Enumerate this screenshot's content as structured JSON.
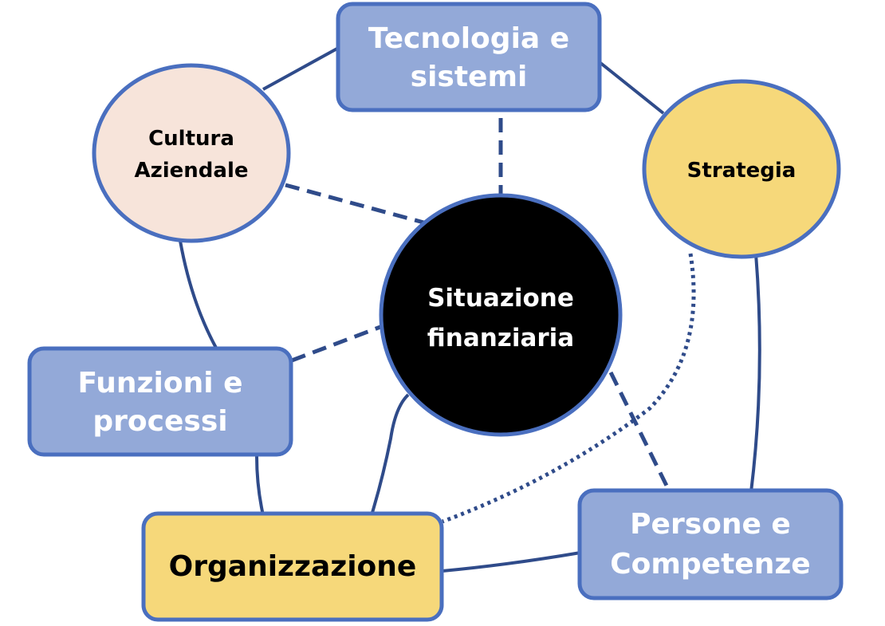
{
  "colors": {
    "node_border": "#4a6fbf",
    "blue_fill": "#93a9d8",
    "yellow_fill": "#f6d87a",
    "peach_fill": "#f7e4da",
    "center_fill": "#000000",
    "link_color": "#2f4b8a",
    "white_text": "#ffffff",
    "dark_text": "#000000"
  },
  "nodes": {
    "tecnologia": {
      "line1": "Tecnologia e",
      "line2": "sistemi"
    },
    "cultura": {
      "line1": "Cultura",
      "line2": "Aziendale"
    },
    "strategia": {
      "label": "Strategia"
    },
    "centro": {
      "line1": "Situazione",
      "line2": "finanziaria"
    },
    "funzioni": {
      "line1": "Funzioni e",
      "line2": "processi"
    },
    "organizzazione": {
      "label": "Organizzazione"
    },
    "persone": {
      "line1": "Persone e",
      "line2": "Competenze"
    }
  }
}
